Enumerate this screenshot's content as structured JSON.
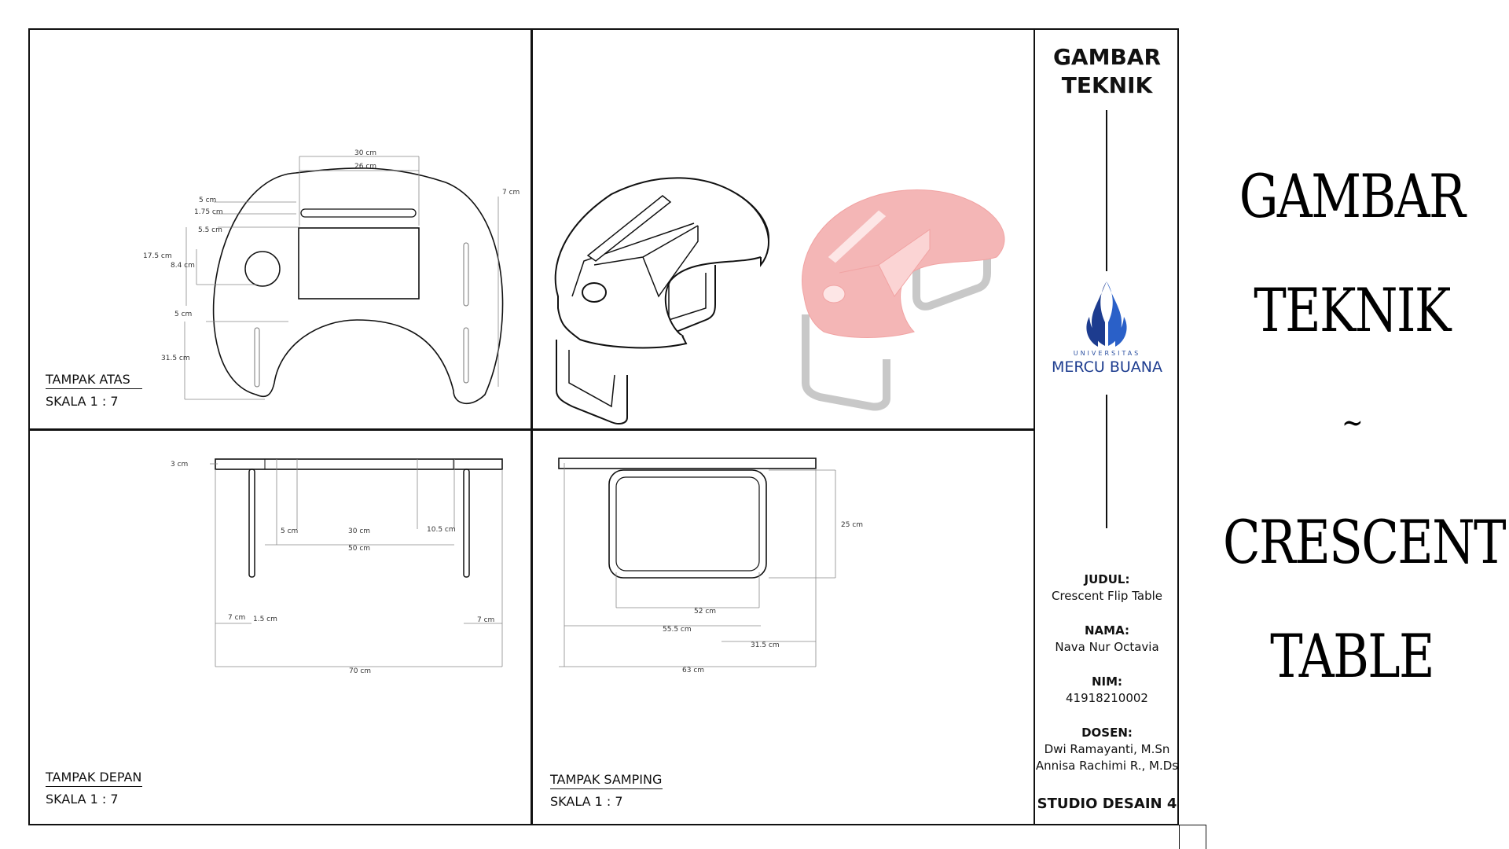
{
  "title_block": {
    "heading_line1": "GAMBAR",
    "heading_line2": "TEKNIK",
    "logo_university": "UNIVERSITAS",
    "logo_name": "MERCU BUANA",
    "judul_label": "JUDUL:",
    "judul_value": "Crescent Flip Table",
    "nama_label": "NAMA:",
    "nama_value": "Nava Nur Octavia",
    "nim_label": "NIM:",
    "nim_value": "41918210002",
    "dosen_label": "DOSEN:",
    "dosen_value1": "Dwi Ramayanti, M.Sn",
    "dosen_value2": "Annisa Rachimi R., M.Ds",
    "studio": "STUDIO DESAIN 4"
  },
  "views": {
    "top": {
      "name": "TAMPAK ATAS",
      "scale": "SKALA 1 : 7",
      "dims": {
        "d30": "30 cm",
        "d26": "26 cm",
        "d7": "7 cm",
        "d5a": "5 cm",
        "d175": "1.75 cm",
        "d55": "5.5 cm",
        "d175b": "17.5 cm",
        "d84": "8.4 cm",
        "d5b": "5 cm",
        "d315": "31.5 cm"
      }
    },
    "front": {
      "name": "TAMPAK DEPAN",
      "scale": "SKALA 1 : 7",
      "dims": {
        "d3": "3 cm",
        "d5": "5 cm",
        "d30": "30 cm",
        "d105": "10.5 cm",
        "d50": "50 cm",
        "d7a": "7 cm",
        "d15": "1.5 cm",
        "d7b": "7 cm",
        "d70": "70 cm"
      }
    },
    "side": {
      "name": "TAMPAK SAMPING",
      "scale": "SKALA 1 : 7",
      "dims": {
        "d25": "25 cm",
        "d52": "52 cm",
        "d555": "55.5 cm",
        "d315": "31.5 cm",
        "d63": "63 cm"
      }
    }
  },
  "big_title": {
    "line1": "GAMBAR",
    "line2": "TEKNIK",
    "line3": "~",
    "line4": "CRESCENT",
    "line5": "TABLE"
  },
  "colors": {
    "render_fill": "#f4b6b6",
    "render_leg": "#c8c8c8",
    "logo_blue": "#1d3c8f"
  }
}
